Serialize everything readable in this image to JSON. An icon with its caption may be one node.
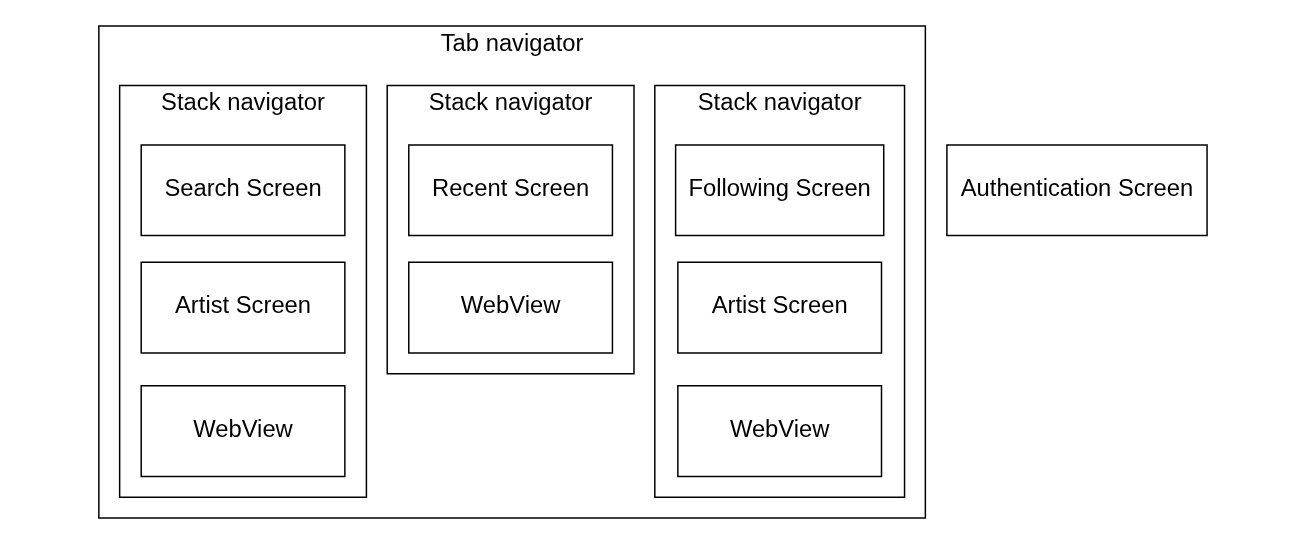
{
  "diagram": {
    "nodes": [
      {
        "text": [
          "Tab navigator"
        ]
      },
      {
        "text": [
          "Stack navigator"
        ],
        "in": 0
      },
      {
        "text": [
          "Following Screen"
        ],
        "in": 1
      },
      {
        "text": [
          "Artist Screen"
        ],
        "in": 1
      },
      {
        "text": [
          "WebView"
        ],
        "in": 1
      },
      {
        "text": [
          "Stack navigator"
        ],
        "in": 0
      },
      {
        "text": [
          "Recent Screen"
        ],
        "in": 5
      },
      {
        "text": [
          "WebView"
        ],
        "in": 5
      },
      {
        "text": [
          "Stack navigator"
        ],
        "in": 0
      },
      {
        "text": [
          "Search Screen"
        ],
        "in": 8
      },
      {
        "text": [
          "Artist Screen"
        ],
        "in": 8
      },
      {
        "text": [
          "WebView"
        ],
        "in": 8
      },
      {
        "text": [
          "Authentication Screen"
        ]
      }
    ]
  }
}
